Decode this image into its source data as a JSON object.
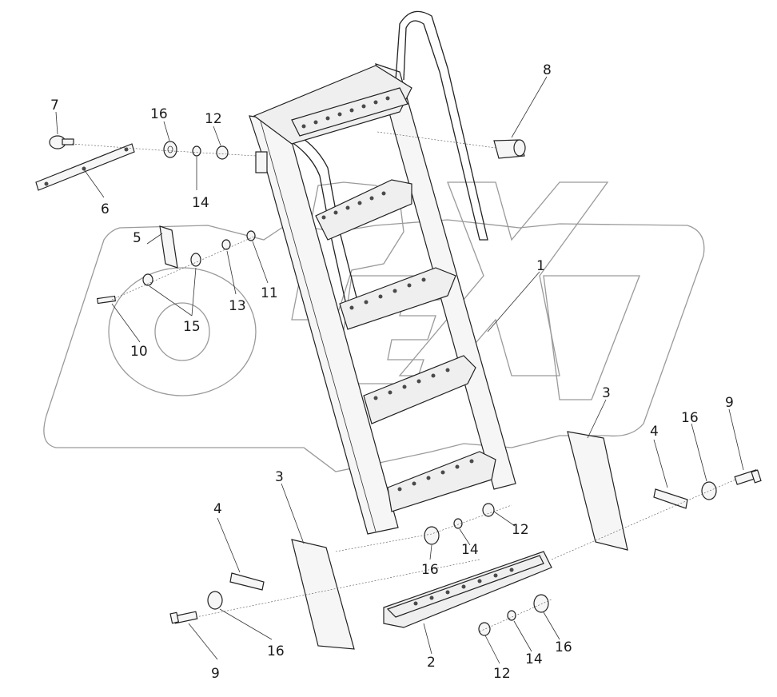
{
  "watermark": {
    "text": "OPEX"
  },
  "callouts": [
    {
      "id": "c1",
      "label": "1"
    },
    {
      "id": "c2",
      "label": "2"
    },
    {
      "id": "c3a",
      "label": "3"
    },
    {
      "id": "c3b",
      "label": "3"
    },
    {
      "id": "c4a",
      "label": "4"
    },
    {
      "id": "c4b",
      "label": "4"
    },
    {
      "id": "c5",
      "label": "5"
    },
    {
      "id": "c6",
      "label": "6"
    },
    {
      "id": "c7",
      "label": "7"
    },
    {
      "id": "c8",
      "label": "8"
    },
    {
      "id": "c9a",
      "label": "9"
    },
    {
      "id": "c9b",
      "label": "9"
    },
    {
      "id": "c10",
      "label": "10"
    },
    {
      "id": "c11",
      "label": "11"
    },
    {
      "id": "c12a",
      "label": "12"
    },
    {
      "id": "c12b",
      "label": "12"
    },
    {
      "id": "c12c",
      "label": "12"
    },
    {
      "id": "c13",
      "label": "13"
    },
    {
      "id": "c14a",
      "label": "14"
    },
    {
      "id": "c14b",
      "label": "14"
    },
    {
      "id": "c14c",
      "label": "14"
    },
    {
      "id": "c15",
      "label": "15"
    },
    {
      "id": "c16a",
      "label": "16"
    },
    {
      "id": "c16b",
      "label": "16"
    },
    {
      "id": "c16c",
      "label": "16"
    },
    {
      "id": "c16d",
      "label": "16"
    },
    {
      "id": "c16e",
      "label": "16"
    }
  ]
}
